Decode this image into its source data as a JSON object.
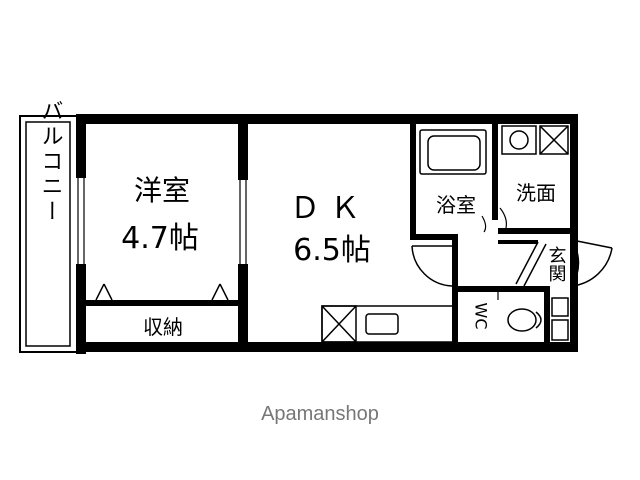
{
  "plan": {
    "balcony": "バルコニー",
    "western_room": {
      "name": "洋室",
      "size": "4.7帖"
    },
    "storage": "収納",
    "dk": {
      "name": "ＤＫ",
      "size": "6.5帖"
    },
    "bath": "浴室",
    "washroom": "洗面",
    "entrance": "玄関",
    "wc": "WC"
  },
  "watermark": "Apamanshop"
}
